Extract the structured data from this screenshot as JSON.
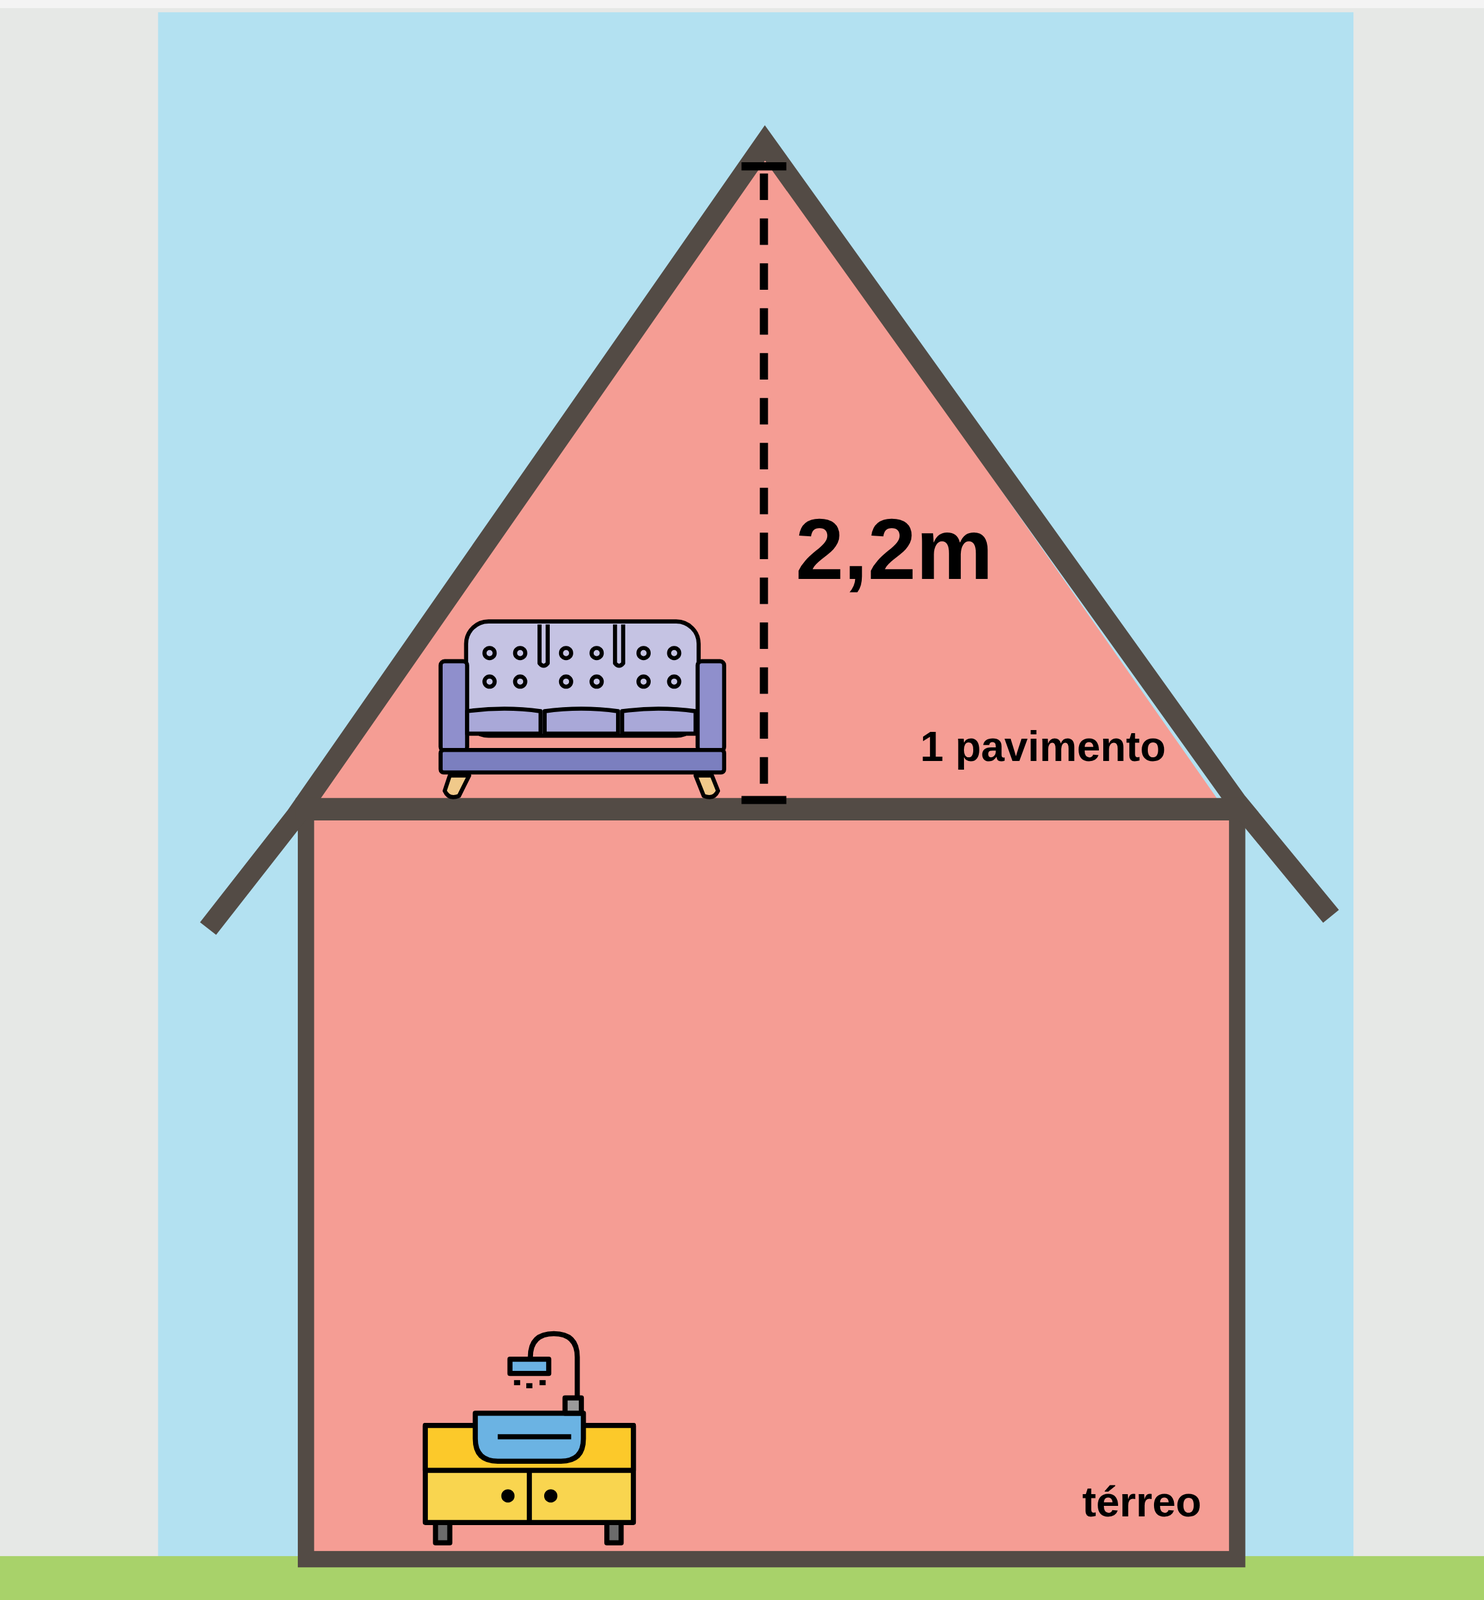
{
  "diagram": {
    "nodes": [
      {
        "text": [
          "1 pavimento"
        ]
      },
      {
        "text": [
          "térreo"
        ]
      }
    ],
    "labels": [
      "2,2m"
    ]
  }
}
